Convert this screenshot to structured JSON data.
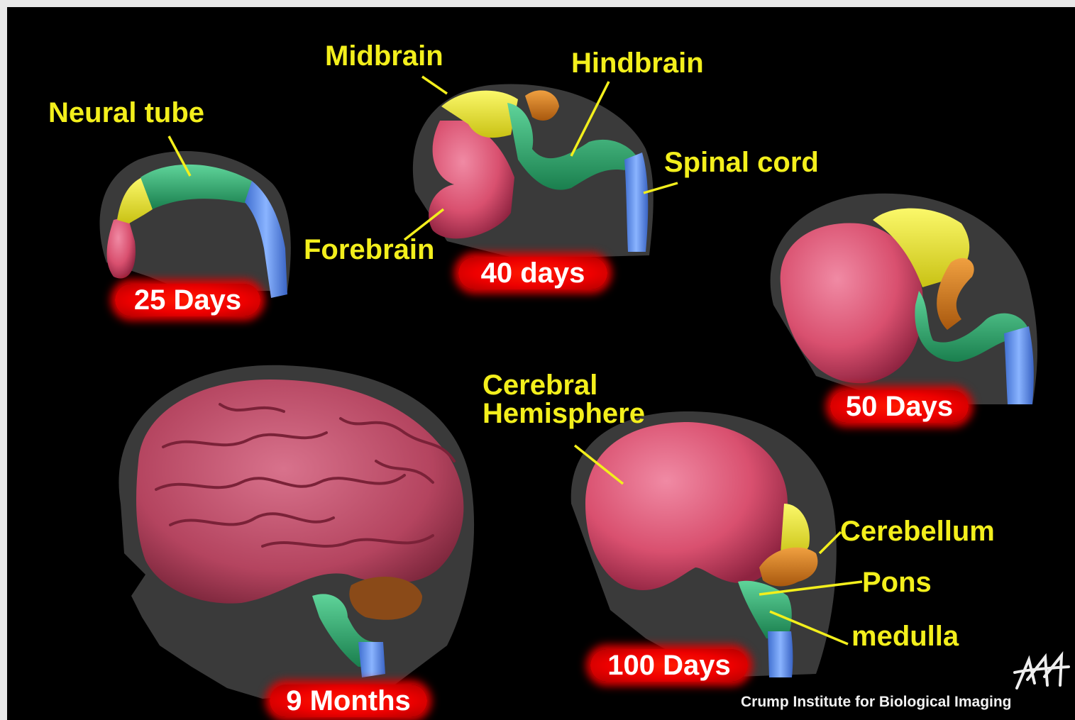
{
  "colors": {
    "background": "#000000",
    "head_silhouette": "#3c3c3c",
    "label_text": "#f3ef1c",
    "stage_badge": "#e00000",
    "forebrain": "#d9506f",
    "midbrain": "#f0ec2a",
    "hindbrain": "#2fb06e",
    "cerebellum": "#d4801a",
    "spinal_cord": "#5b8fe8"
  },
  "labels": {
    "neural_tube": "Neural tube",
    "midbrain": "Midbrain",
    "hindbrain": "Hindbrain",
    "spinal_cord": "Spinal cord",
    "forebrain": "Forebrain",
    "cerebral_line1": "Cerebral",
    "cerebral_line2": "Hemisphere",
    "cerebellum": "Cerebellum",
    "pons": "Pons",
    "medulla": "medulla"
  },
  "stages": {
    "s25": "25 Days",
    "s40": "40 days",
    "s50": "50 Days",
    "s100": "100 Days",
    "s9m": "9 Months"
  },
  "credit": "Crump Institute for Biological Imaging"
}
